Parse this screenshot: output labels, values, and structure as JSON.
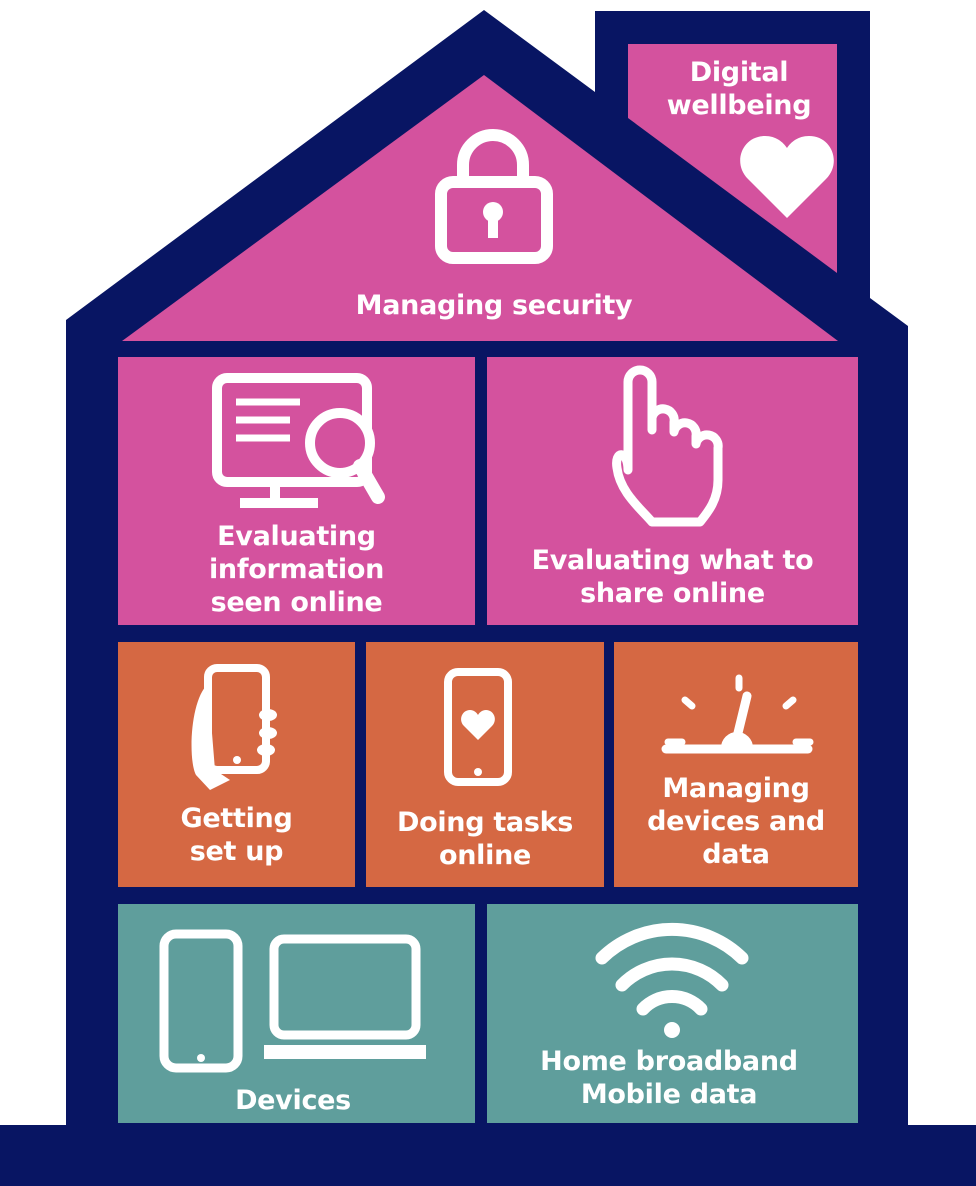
{
  "colors": {
    "navy": "#081563",
    "pink": "#d4529e",
    "orange": "#d56843",
    "teal": "#5f9e9c",
    "icon": "#ffffff"
  },
  "roof": {
    "label": "Managing security",
    "icon": "padlock-icon"
  },
  "chimney": {
    "label_line1": "Digital",
    "label_line2": "wellbeing",
    "icon": "heart-icon"
  },
  "row1": [
    {
      "line1": "Evaluating",
      "line2": "information",
      "line3": "seen online",
      "icon": "monitor-magnifier-icon"
    },
    {
      "line1": "Evaluating what to",
      "line2": "share online",
      "icon": "pointing-hand-icon"
    }
  ],
  "row2": [
    {
      "line1": "Getting",
      "line2": "set up",
      "icon": "hand-holding-phone-icon"
    },
    {
      "line1": "Doing tasks",
      "line2": "online",
      "icon": "phone-heart-icon"
    },
    {
      "line1": "Managing",
      "line2": "devices and",
      "line3": "data",
      "icon": "gauge-icon"
    }
  ],
  "row3": [
    {
      "line1": "Devices",
      "icon": "tablet-laptop-icon"
    },
    {
      "line1": "Home broadband",
      "line2": "Mobile data",
      "icon": "wifi-icon"
    }
  ]
}
